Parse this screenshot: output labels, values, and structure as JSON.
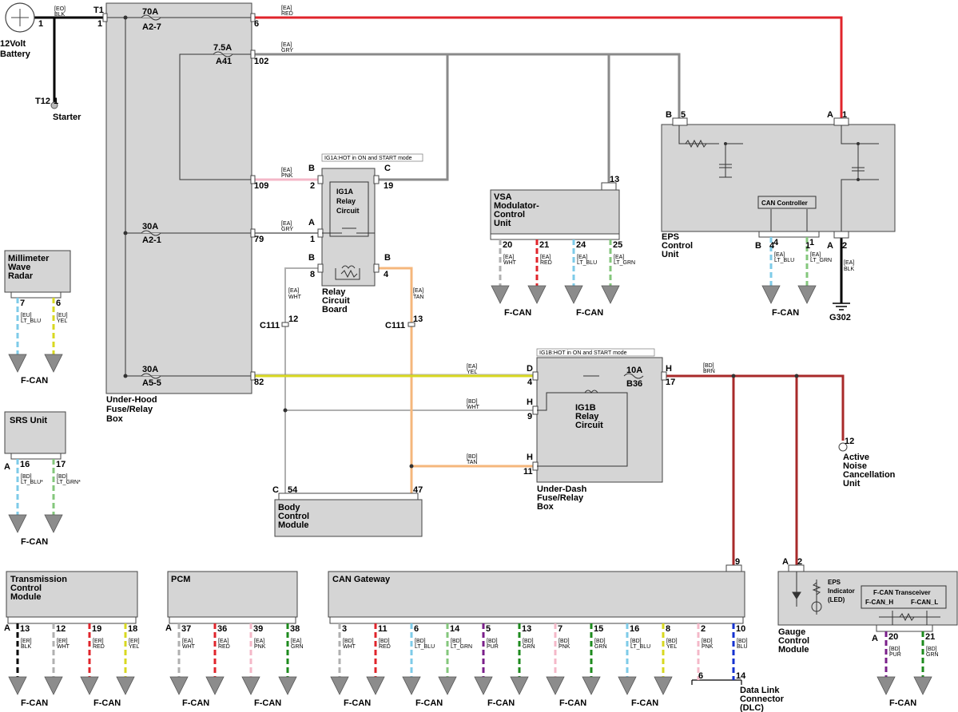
{
  "battery": {
    "label": "12Volt",
    "label2": "Battery",
    "pin": "1",
    "code": "[EO]",
    "color": "BLK"
  },
  "starter": {
    "ref": "T12",
    "pin": "1",
    "label": "Starter"
  },
  "underhood": {
    "title": [
      "Under-Hood",
      "Fuse/Relay",
      "Box"
    ],
    "t1": "T1",
    "in_pin": "1",
    "fuses": [
      {
        "rating": "70A",
        "id": "A2-7",
        "pin": "6",
        "code": "[EA]",
        "color": "RED"
      },
      {
        "rating": "7.5A",
        "id": "A41",
        "pin": "102",
        "code": "[EA]",
        "color": "GRY"
      },
      {
        "rating": "30A",
        "id": "A2-1",
        "pin": "79",
        "code": "[EA]",
        "color": "GRY"
      },
      {
        "rating": "30A",
        "id": "A5-5",
        "pin": "82",
        "code": "[EA]",
        "color": "YEL"
      }
    ],
    "p109": {
      "pin": "109",
      "code": "[EA]",
      "color": "PNK"
    }
  },
  "relay_board": {
    "note": "IG1A:HOT in ON and START mode",
    "circuit": [
      "IG1A",
      "Relay",
      "Circuit"
    ],
    "title": [
      "Relay",
      "Circuit",
      "Board"
    ],
    "pins": {
      "B2": "B",
      "n2": "2",
      "A1": "A",
      "n1": "1",
      "B8": "B",
      "n8": "8",
      "C19": "C",
      "n19": "19",
      "B4": "B",
      "n4": "4"
    }
  },
  "c111": {
    "name": "C111",
    "p12": "12",
    "p13": "13",
    "wht_code": "[EA]",
    "wht": "WHT",
    "tan_code": "[EA]",
    "tan": "TAN"
  },
  "bcm": {
    "title": [
      "Body",
      "Control",
      "Module"
    ],
    "c": "C",
    "p54": "54",
    "p47": "47"
  },
  "vsa": {
    "title": [
      "VSA",
      "Modulator-",
      "Control",
      "Unit"
    ],
    "top_pin": "13",
    "pins": [
      {
        "pin": "20",
        "code": "[EA]",
        "color": "WHT"
      },
      {
        "pin": "21",
        "code": "[EA]",
        "color": "RED"
      },
      {
        "pin": "24",
        "code": "[EA]",
        "color": "LT_BLU"
      },
      {
        "pin": "25",
        "code": "[EA]",
        "color": "LT_GRN"
      }
    ],
    "fcan": [
      "F-CAN",
      "F-CAN"
    ]
  },
  "eps": {
    "title": [
      "EPS",
      "Control",
      "Unit"
    ],
    "can_ctrl": "CAN Controller",
    "b": "B",
    "p5": "5",
    "a": "A",
    "p1": "1",
    "pins": [
      {
        "conn": "B",
        "pin": "4",
        "code": "[EA]",
        "color": "LT_BLU"
      },
      {
        "conn": "",
        "pin": "1",
        "code": "[EA]",
        "color": "LT_GRN"
      },
      {
        "conn": "A",
        "pin": "2",
        "code": "[EA]",
        "color": "BLK"
      }
    ],
    "fcan": "F-CAN",
    "ground": "G302"
  },
  "radar": {
    "title": [
      "Millimeter",
      "Wave",
      "Radar"
    ],
    "pins": [
      {
        "pin": "7",
        "code": "[EU]",
        "color": "LT_BLU"
      },
      {
        "pin": "6",
        "code": "[EU]",
        "color": "YEL"
      }
    ],
    "fcan": "F-CAN"
  },
  "srs": {
    "title": "SRS Unit",
    "a": "A",
    "pins": [
      {
        "pin": "16",
        "code": "[BD]",
        "color": "LT_BLU*"
      },
      {
        "pin": "17",
        "code": "[BD]",
        "color": "LT_GRN*"
      }
    ],
    "fcan": "F-CAN"
  },
  "underdash": {
    "note": "IG1B:HOT in ON and START mode",
    "circuit": [
      "IG1B",
      "Relay",
      "Circuit"
    ],
    "title": [
      "Under-Dash",
      "Fuse/Relay",
      "Box"
    ],
    "fuse": {
      "rating": "10A",
      "id": "B36"
    },
    "pins": {
      "D": "D",
      "p4": "4",
      "H9": "H",
      "p9": "9",
      "H11": "H",
      "p11": "11",
      "H17": "H",
      "p17": "17"
    },
    "yel_code": "[EA]",
    "yel": "YEL",
    "wht_code": "[BD]",
    "wht": "WHT",
    "tan_code": "[BD]",
    "tan": "TAN",
    "brn_code": "[BD]",
    "brn": "BRN"
  },
  "anc": {
    "pin": "12",
    "title": [
      "Active",
      "Noise",
      "Cancellation",
      "Unit"
    ]
  },
  "tcm": {
    "title": [
      "Transmission",
      "Control",
      "Module"
    ],
    "a": "A",
    "pins": [
      {
        "pin": "13",
        "code": "[ER]",
        "color": "BLK"
      },
      {
        "pin": "12",
        "code": "[ER]",
        "color": "WHT"
      },
      {
        "pin": "19",
        "code": "[ER]",
        "color": "RED"
      },
      {
        "pin": "18",
        "code": "[ER]",
        "color": "YEL"
      }
    ],
    "fcan": [
      "F-CAN",
      "F-CAN"
    ]
  },
  "pcm": {
    "title": "PCM",
    "a": "A",
    "pins": [
      {
        "pin": "37",
        "code": "[EA]",
        "color": "WHT"
      },
      {
        "pin": "36",
        "code": "[EA]",
        "color": "RED"
      },
      {
        "pin": "39",
        "code": "[EA]",
        "color": "PNK"
      },
      {
        "pin": "38",
        "code": "[EA]",
        "color": "GRN"
      }
    ],
    "fcan": [
      "F-CAN",
      "F-CAN"
    ]
  },
  "gateway": {
    "title": "CAN Gateway",
    "top_pin": "9",
    "pins": [
      {
        "pin": "3",
        "code": "[BD]",
        "color": "WHT"
      },
      {
        "pin": "11",
        "code": "[BD]",
        "color": "RED"
      },
      {
        "pin": "6",
        "code": "[BD]",
        "color": "LT_BLU"
      },
      {
        "pin": "14",
        "code": "[BD]",
        "color": "LT_GRN"
      },
      {
        "pin": "5",
        "code": "[BD]",
        "color": "PUR"
      },
      {
        "pin": "13",
        "code": "[BD]",
        "color": "GRN"
      },
      {
        "pin": "7",
        "code": "[BD]",
        "color": "PNK"
      },
      {
        "pin": "15",
        "code": "[BD]",
        "color": "GRN"
      },
      {
        "pin": "16",
        "code": "[BD]",
        "color": "LT_BLU"
      },
      {
        "pin": "8",
        "code": "[BD]",
        "color": "YEL"
      },
      {
        "pin": "2",
        "code": "[BD]",
        "color": "PNK"
      },
      {
        "pin": "10",
        "code": "[BD]",
        "color": "BLU"
      }
    ],
    "fcan": [
      "F-CAN",
      "F-CAN",
      "F-CAN",
      "F-CAN",
      "F-CAN"
    ],
    "dlc": {
      "p6": "6",
      "p14": "14",
      "title": [
        "Data Link",
        "Connector",
        "(DLC)"
      ]
    }
  },
  "gauge": {
    "title": [
      "Gauge",
      "Control",
      "Module"
    ],
    "a": "A",
    "p2": "2",
    "eps_ind": [
      "EPS",
      "Indicator",
      "(LED)"
    ],
    "transceiver": "F-CAN Transceiver",
    "canh": "F-CAN_H",
    "canl": "F-CAN_L",
    "a2": "A",
    "pins": [
      {
        "pin": "20",
        "code": "[BD]",
        "color": "PUR"
      },
      {
        "pin": "21",
        "code": "[BD]",
        "color": "GRN"
      }
    ],
    "fcan": "F-CAN"
  },
  "colors": {
    "RED": "#e0242b",
    "GRY": "#8a8a8a",
    "PNK": "#f4b8c8",
    "YEL": "#d8d820",
    "WHT": "#b0b0b0",
    "TAN": "#f5b77c",
    "BRN": "#a82a2a",
    "BLK": "#000000",
    "LT_BLU": "#7ecbe8",
    "LT_GRN": "#84c77c",
    "GRN": "#1d8a1d",
    "PUR": "#7a1f8a",
    "BLU": "#1432d0"
  }
}
